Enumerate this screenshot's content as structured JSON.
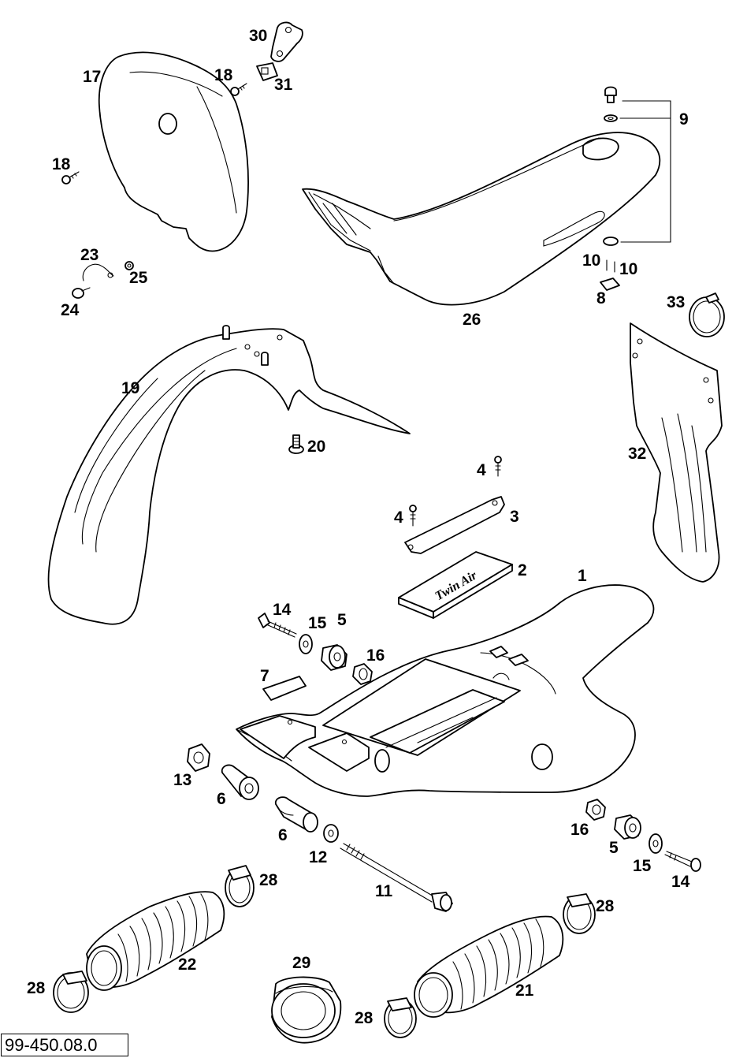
{
  "drawing_number": "99-450.08.0",
  "battery_label": "Twin Air",
  "callouts": {
    "c1": "1",
    "c2": "2",
    "c3": "3",
    "c4a": "4",
    "c4b": "4",
    "c5a": "5",
    "c5b": "5",
    "c6a": "6",
    "c6b": "6",
    "c7": "7",
    "c8": "8",
    "c9": "9",
    "c10a": "10",
    "c10b": "10",
    "c11": "11",
    "c12": "12",
    "c13": "13",
    "c14a": "14",
    "c14b": "14",
    "c15a": "15",
    "c15b": "15",
    "c16a": "16",
    "c16b": "16",
    "c17": "17",
    "c18a": "18",
    "c18b": "18",
    "c19": "19",
    "c20": "20",
    "c21": "21",
    "c22": "22",
    "c23": "23",
    "c24": "24",
    "c25": "25",
    "c26": "26",
    "c28a": "28",
    "c28b": "28",
    "c28c": "28",
    "c28d": "28",
    "c29": "29",
    "c30": "30",
    "c31": "31",
    "c32": "32",
    "c33": "33"
  }
}
